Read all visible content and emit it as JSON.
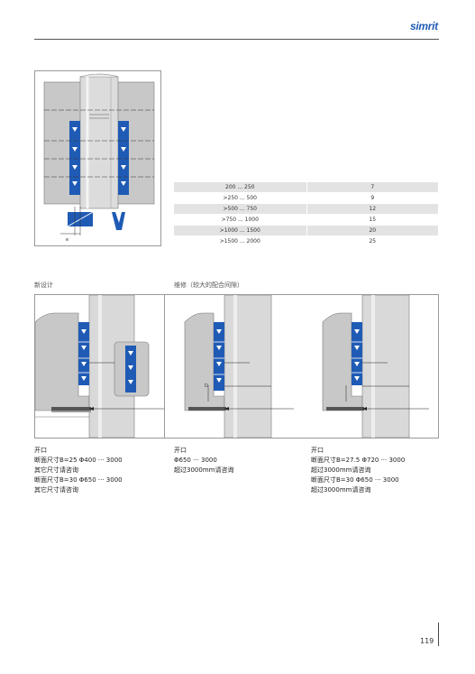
{
  "brand": {
    "logo_text": "simrit"
  },
  "table": {
    "rows": [
      {
        "range": "200 ... 250",
        "value": "7"
      },
      {
        "range": ">250 ... 500",
        "value": "9"
      },
      {
        "range": ">500 ... 750",
        "value": "12"
      },
      {
        "range": ">750 ... 1000",
        "value": "15"
      },
      {
        "range": ">1000 ... 1500",
        "value": "20"
      },
      {
        "range": ">1500 ... 2000",
        "value": "25"
      }
    ]
  },
  "sections": {
    "new_design": "新设计",
    "repair": "维修（较大的配合间隙）"
  },
  "figures": {
    "dim_label": "e",
    "gap_label": "D"
  },
  "captions": [
    {
      "lines": [
        "开口",
        "断面尺寸B=25 Φ400 ··· 3000",
        "其它尺寸请咨询",
        "断面尺寸B=30 Φ650 ··· 3000",
        "其它尺寸请咨询"
      ]
    },
    {
      "lines": [
        "开口",
        "Φ650 ··· 3000",
        "超过3000mm请咨询"
      ]
    },
    {
      "lines": [
        "开口",
        "断面尺寸B=27.5  Φ720 ··· 3000",
        "超过3000mm请咨询",
        "断面尺寸B=30 Φ650 ··· 3000",
        "超过3000mm请咨询"
      ]
    }
  ],
  "page_number": "119",
  "colors": {
    "seal_blue": "#1f5bb5",
    "housing_gray": "#c8c8c8",
    "shaft_gray": "#d9d9d9"
  }
}
